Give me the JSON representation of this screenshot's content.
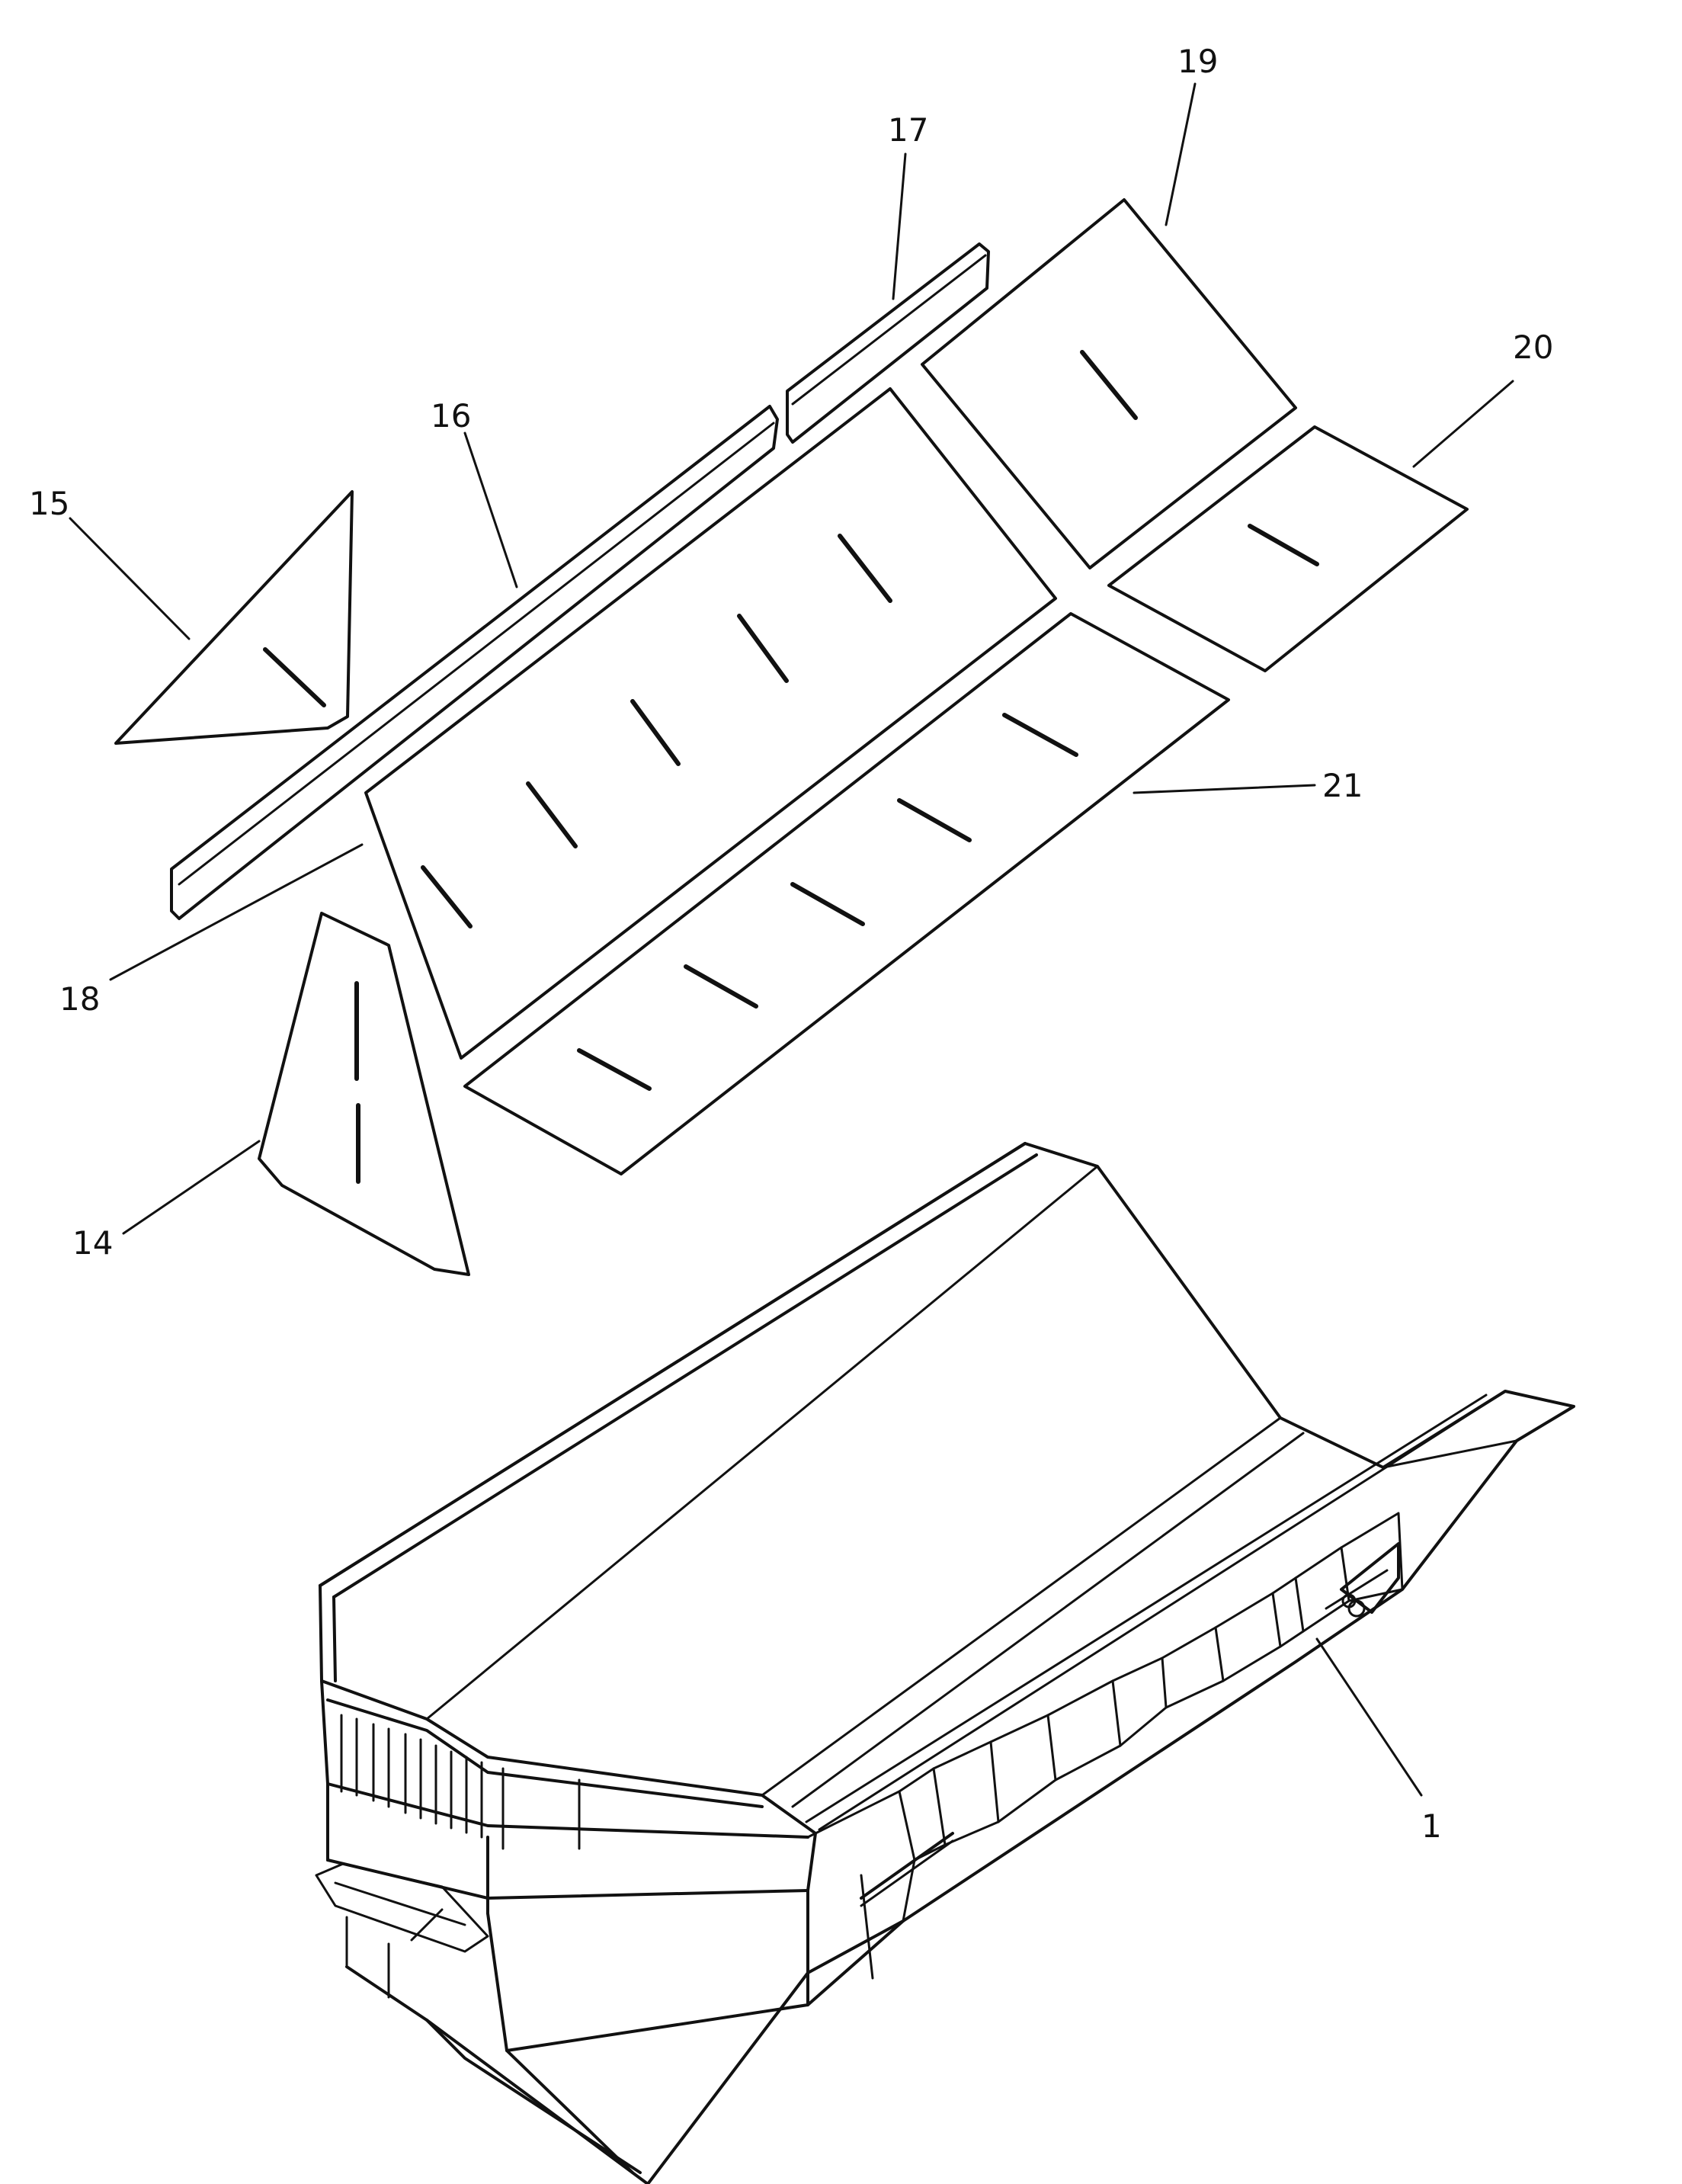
{
  "figure": {
    "type": "exploded-view patent drawing",
    "reference_numerals": {
      "n1": "1",
      "n14": "14",
      "n15": "15",
      "n16": "16",
      "n17": "17",
      "n18": "18",
      "n19": "19",
      "n20": "20",
      "n21": "21"
    },
    "colors": {
      "line": "#111111",
      "background": "#ffffff"
    }
  }
}
